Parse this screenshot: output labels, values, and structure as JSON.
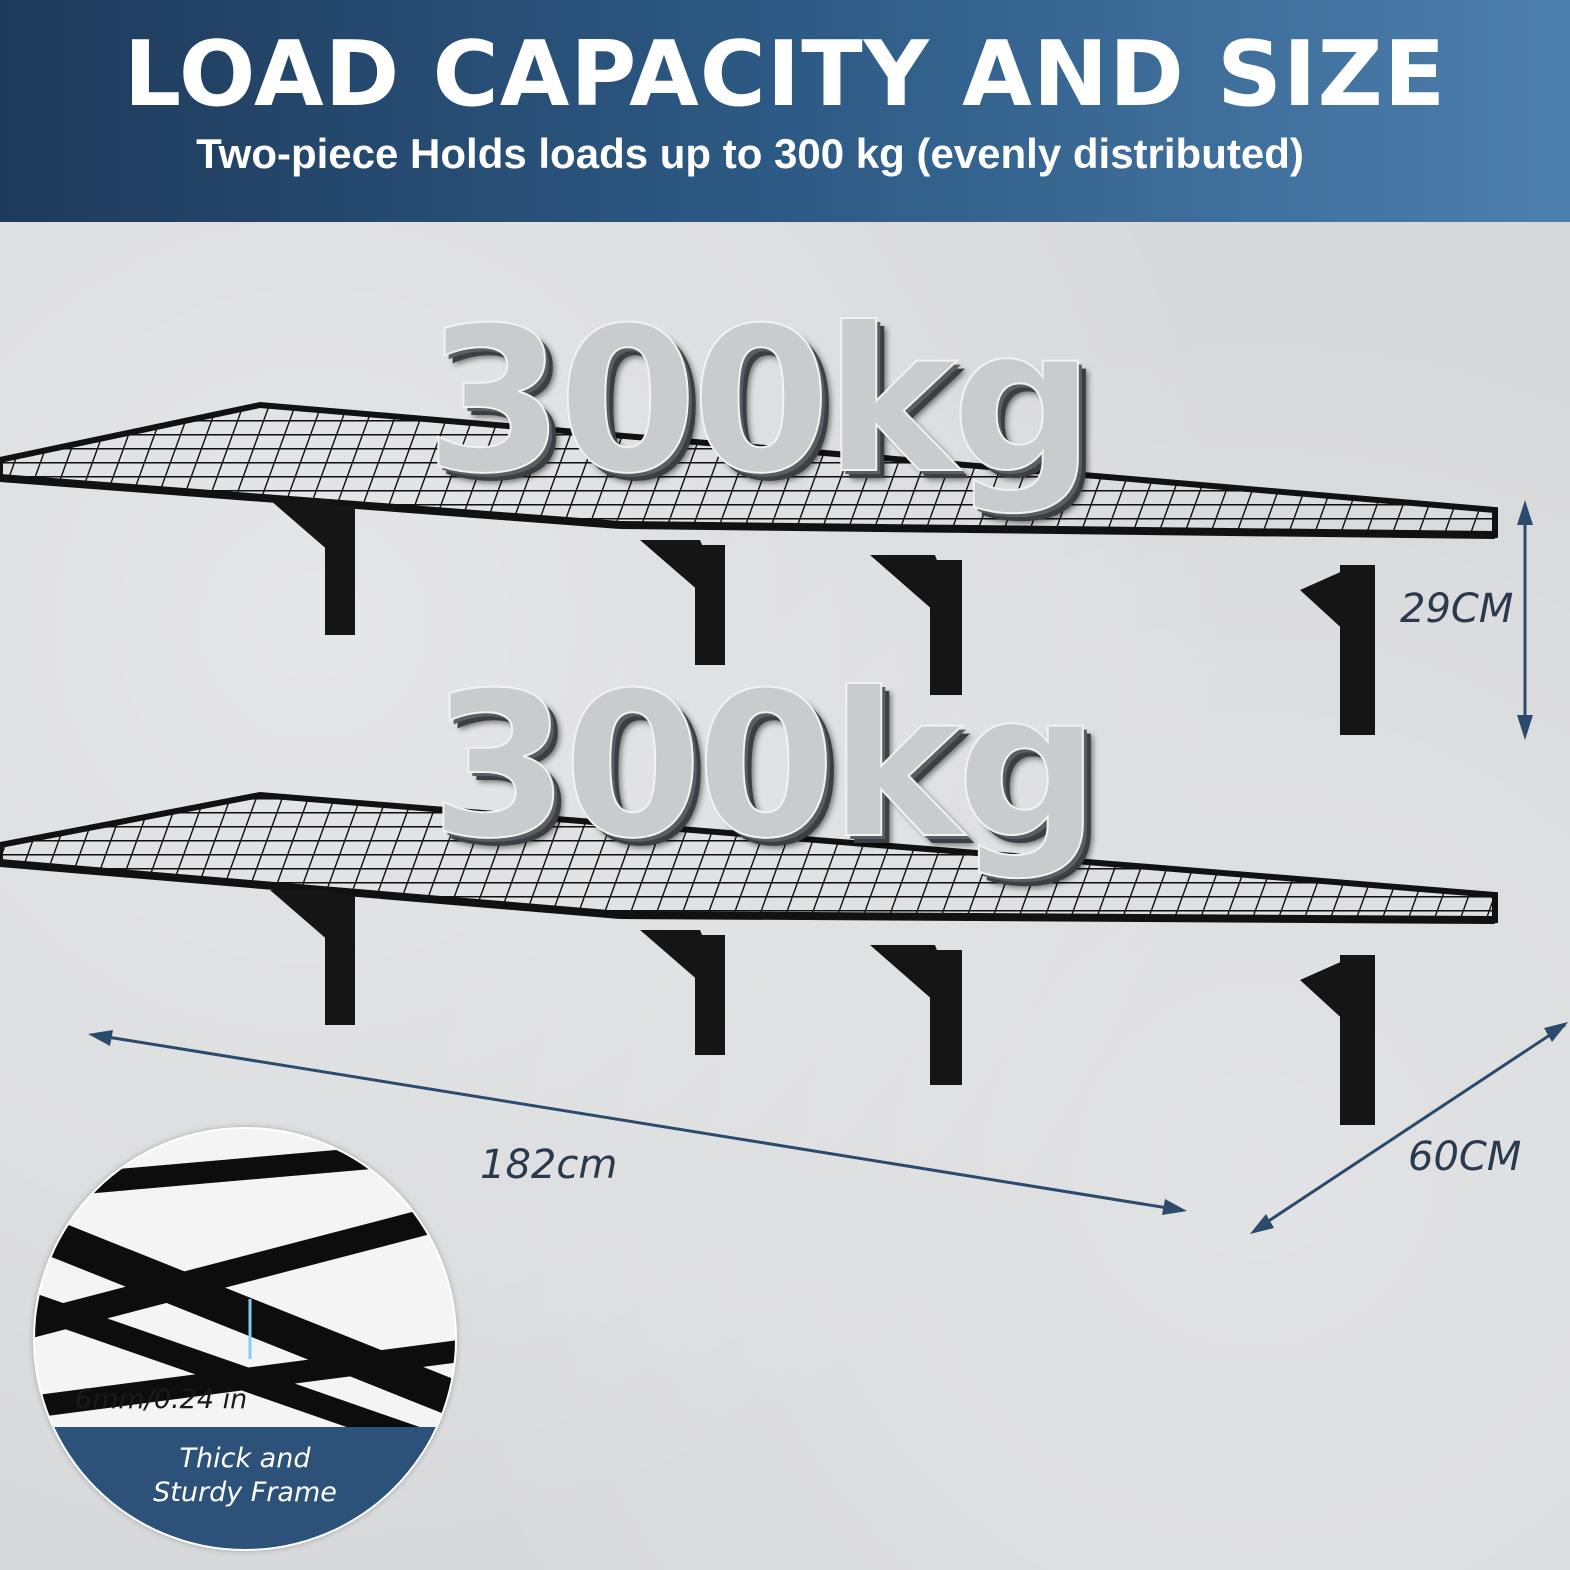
{
  "header": {
    "title": "LOAD CAPACITY AND SIZE",
    "subtitle": "Two-piece Holds loads up to 300 kg (evenly distributed)"
  },
  "shelves": {
    "load_label_top": "300kg",
    "load_label_bottom": "300kg"
  },
  "dimensions": {
    "height": "29CM",
    "length": "182cm",
    "depth": "60CM"
  },
  "detail": {
    "wire_thickness": "6mm/0.24 in",
    "caption_line1": "Thick and",
    "caption_line2": "Sturdy Frame"
  },
  "colors": {
    "header_dark": "#1e3a5a",
    "header_light": "#4d7fad",
    "arrow": "#2c4a6b",
    "shelf": "#111111",
    "caption_band": "#2c5279"
  }
}
